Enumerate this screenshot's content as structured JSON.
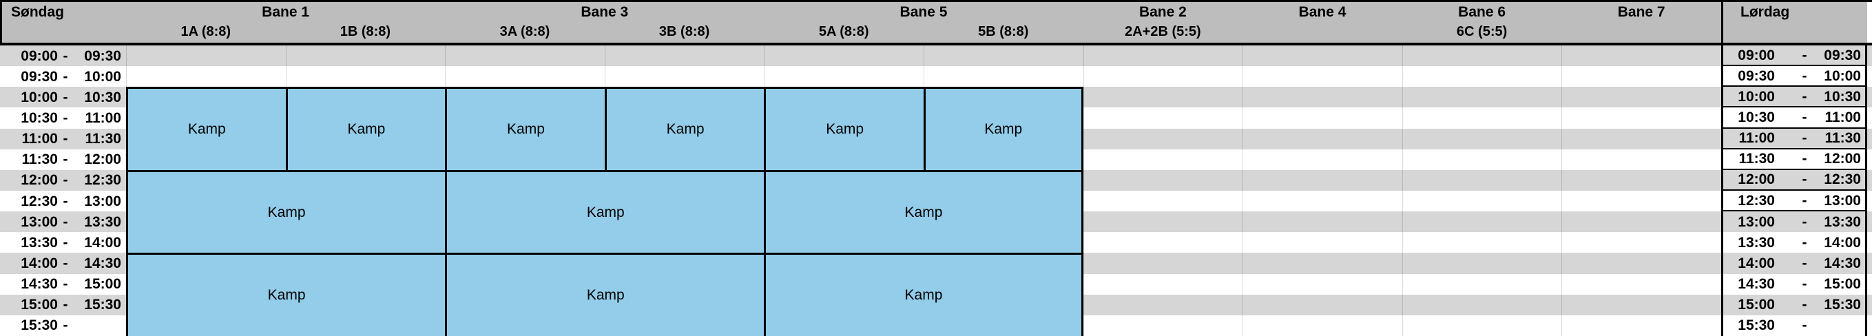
{
  "header": {
    "left_day": "Søndag",
    "right_day": "Lørdag",
    "groups": [
      {
        "label": "Bane 1",
        "span": 2
      },
      {
        "label": "Bane 3",
        "span": 2
      },
      {
        "label": "Bane 5",
        "span": 2
      },
      {
        "label": "Bane 2",
        "span": 1
      },
      {
        "label": "Bane 4",
        "span": 1
      },
      {
        "label": "Bane 6",
        "span": 1
      },
      {
        "label": "Bane 7",
        "span": 1
      }
    ],
    "sublabels": [
      "1A (8:8)",
      "1B (8:8)",
      "3A (8:8)",
      "3B (8:8)",
      "5A (8:8)",
      "5B (8:8)",
      "2A+2B (5:5)",
      "",
      "6C (5:5)",
      ""
    ]
  },
  "time_dash": "-",
  "rows": [
    {
      "start": "09:00",
      "end": "09:30"
    },
    {
      "start": "09:30",
      "end": "10:00"
    },
    {
      "start": "10:00",
      "end": "10:30"
    },
    {
      "start": "10:30",
      "end": "11:00"
    },
    {
      "start": "11:00",
      "end": "11:30"
    },
    {
      "start": "11:30",
      "end": "12:00"
    },
    {
      "start": "12:00",
      "end": "12:30"
    },
    {
      "start": "12:30",
      "end": "13:00"
    },
    {
      "start": "13:00",
      "end": "13:30"
    },
    {
      "start": "13:30",
      "end": "14:00"
    },
    {
      "start": "14:00",
      "end": "14:30"
    },
    {
      "start": "14:30",
      "end": "15:00"
    },
    {
      "start": "15:00",
      "end": "15:30"
    },
    {
      "start": "15:30",
      "end": ""
    }
  ],
  "blocks": {
    "label": "Kamp",
    "items": [
      {
        "lanes": [
          0,
          1
        ],
        "rows": [
          2,
          6
        ]
      },
      {
        "lanes": [
          1,
          2
        ],
        "rows": [
          2,
          6
        ]
      },
      {
        "lanes": [
          2,
          3
        ],
        "rows": [
          2,
          6
        ]
      },
      {
        "lanes": [
          3,
          4
        ],
        "rows": [
          2,
          6
        ]
      },
      {
        "lanes": [
          4,
          5
        ],
        "rows": [
          2,
          6
        ]
      },
      {
        "lanes": [
          5,
          6
        ],
        "rows": [
          2,
          6
        ]
      },
      {
        "lanes": [
          0,
          2
        ],
        "rows": [
          6,
          10
        ]
      },
      {
        "lanes": [
          2,
          4
        ],
        "rows": [
          6,
          10
        ]
      },
      {
        "lanes": [
          4,
          6
        ],
        "rows": [
          6,
          10
        ]
      },
      {
        "lanes": [
          0,
          2
        ],
        "rows": [
          10,
          14
        ]
      },
      {
        "lanes": [
          2,
          4
        ],
        "rows": [
          10,
          14
        ]
      },
      {
        "lanes": [
          4,
          6
        ],
        "rows": [
          10,
          14
        ]
      }
    ]
  },
  "colors": {
    "header_bg": "#bdbdbd",
    "row_stripe": "#d6d6d6",
    "row_white": "#ffffff",
    "block_fill": "#93cde9",
    "border": "#000000"
  }
}
